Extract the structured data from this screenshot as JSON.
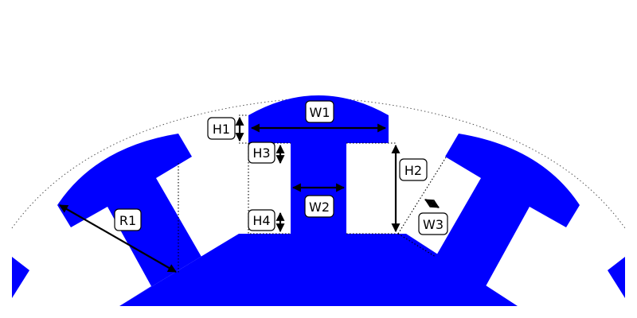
{
  "colors": {
    "body": "#0000ff",
    "background": "#ffffff",
    "dimension": "#000000",
    "guide": "#555555"
  },
  "labels": {
    "w1": "W1",
    "h1": "H1",
    "h3": "H3",
    "h2": "H2",
    "w2": "W2",
    "h4": "H4",
    "w3": "W3",
    "r1": "R1"
  }
}
